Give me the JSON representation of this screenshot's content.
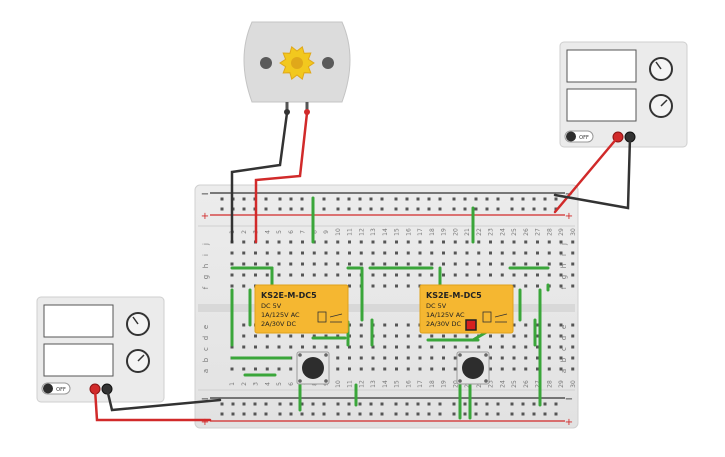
{
  "breadboard": {
    "columns": [
      "1",
      "2",
      "3",
      "4",
      "5",
      "6",
      "7",
      "8",
      "9",
      "10",
      "11",
      "12",
      "13",
      "14",
      "15",
      "16",
      "17",
      "18",
      "19",
      "20",
      "21",
      "22",
      "23",
      "24",
      "25",
      "26",
      "27",
      "28",
      "29",
      "30"
    ],
    "rows_top": [
      "j",
      "i",
      "h",
      "g",
      "f"
    ],
    "rows_bottom": [
      "e",
      "d",
      "c",
      "b",
      "a"
    ],
    "rail_plus": "+",
    "rail_minus": "−"
  },
  "relays": [
    {
      "model": "KS2E-M-DC5",
      "line1": "DC 5V",
      "line2": "1A/125V AC",
      "line3": "2A/30V  DC"
    },
    {
      "model": "KS2E-M-DC5",
      "line1": "DC 5V",
      "line2": "1A/125V AC",
      "line3": "2A/30V  DC"
    }
  ],
  "power_supplies": [
    {
      "off_label": "OFF"
    },
    {
      "off_label": "OFF"
    }
  ],
  "colors": {
    "wire_green": "#3aa63a",
    "wire_red": "#d12a2a",
    "wire_black": "#333333",
    "relay_body": "#f5b731",
    "led_red": "#d6201f",
    "motor_gear": "#f2c81e"
  }
}
